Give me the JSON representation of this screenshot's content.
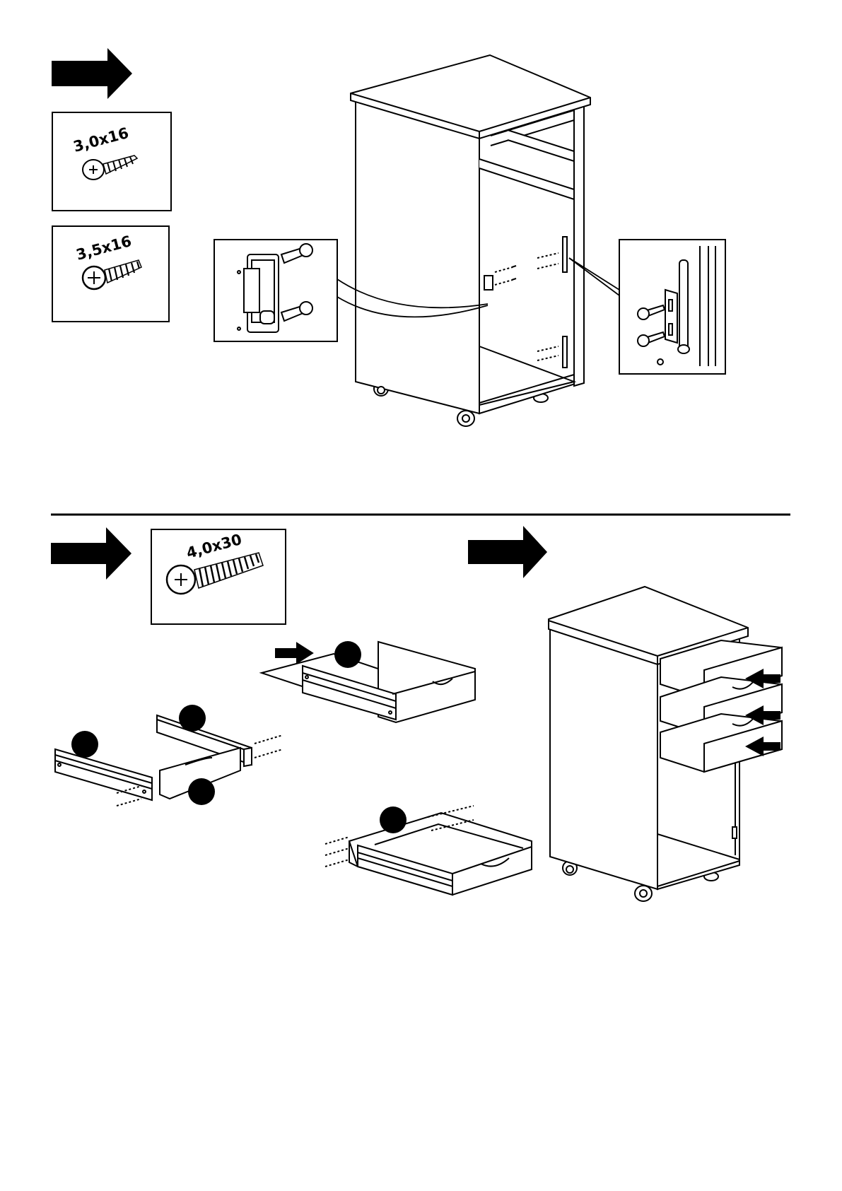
{
  "page": {
    "background": "#ffffff",
    "ink": "#000000",
    "line_color": "#1a1a1a"
  },
  "step1": {
    "arrow_icon": "step-arrow-icon",
    "screws": [
      {
        "label": "3,0x16",
        "icon": "wood-screw-icon"
      },
      {
        "label": "3,5x16",
        "icon": "wood-screw-icon"
      }
    ],
    "details": [
      {
        "icon": "magnetic-catch-icon"
      },
      {
        "icon": "hinge-icon"
      }
    ]
  },
  "step2": {
    "arrow_icon": "step-arrow-icon",
    "screws": [
      {
        "label": "4,0x30",
        "icon": "bolt-icon"
      }
    ],
    "part_markers": [
      "part-marker-1",
      "part-marker-2",
      "part-marker-3",
      "part-marker-4",
      "part-marker-5"
    ]
  },
  "step3": {
    "arrow_icon": "step-arrow-icon"
  }
}
